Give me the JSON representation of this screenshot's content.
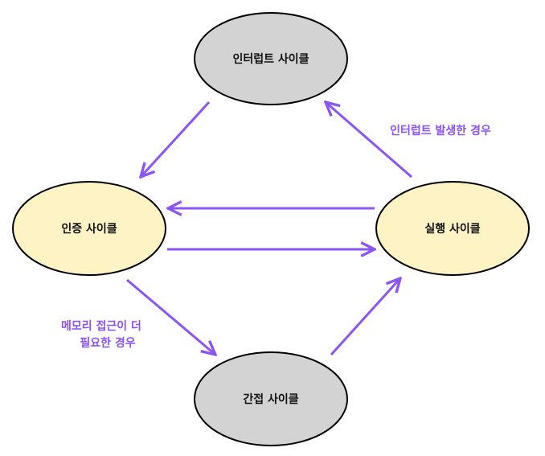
{
  "colors": {
    "arrow": "#8b55f3",
    "edge_text": "#8a52f0",
    "grey_fill": "#d3d3d3",
    "cream_fill": "#fdf3c5",
    "stroke": "#000000"
  },
  "nodes": {
    "interrupt": {
      "label": "인터럽트  사이클"
    },
    "fetch": {
      "label": "인증  사이클"
    },
    "execute": {
      "label": "실행  사이클"
    },
    "indirect": {
      "label": "간접  사이클"
    }
  },
  "edge_labels": {
    "interrupt_occurs": "인터럽트  발생한  경우",
    "memory_line1": "메모리  접근이  더",
    "memory_line2": "필요한  경우"
  }
}
